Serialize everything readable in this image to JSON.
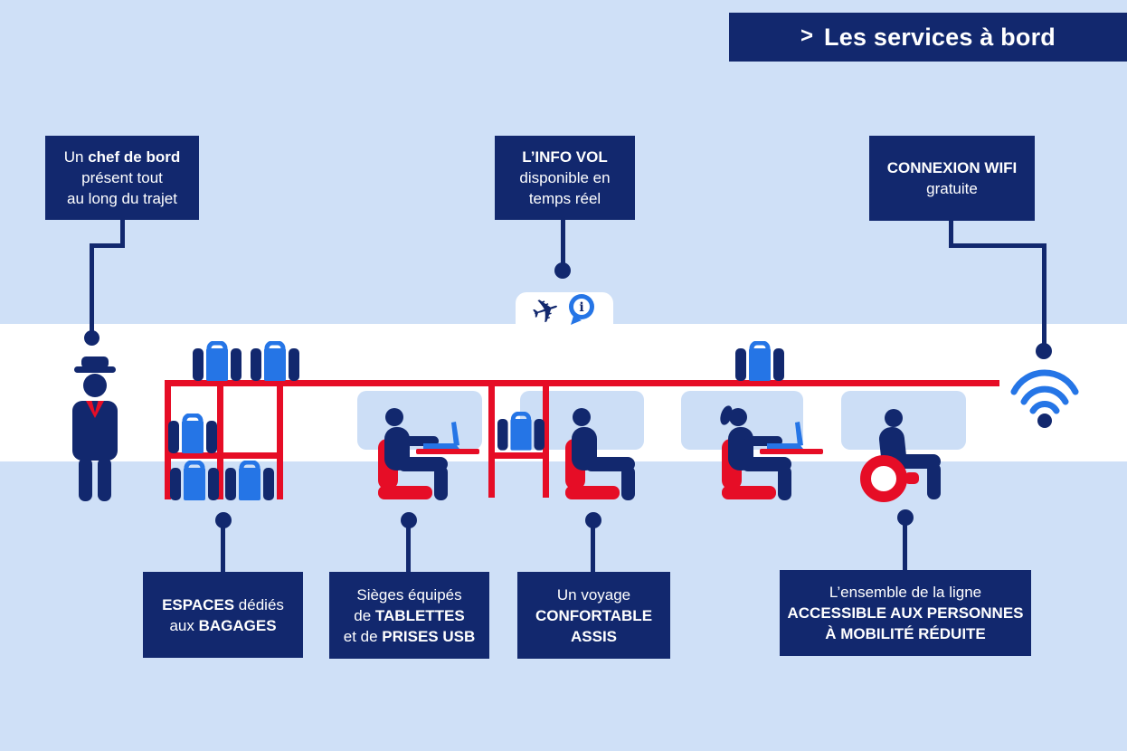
{
  "header": {
    "chevron": ">",
    "title": "Les services à bord"
  },
  "callouts": {
    "chef": {
      "pre": "Un ",
      "bold": "chef de bord",
      "line2": "présent tout",
      "line3": "au long du trajet"
    },
    "info": {
      "bold": "L’INFO VOL",
      "line2": "disponible en",
      "line3": "temps réel"
    },
    "wifi": {
      "bold": "CONNEXION WIFI",
      "line2": "gratuite"
    },
    "bagages": {
      "bold1": "ESPACES",
      "post1": " dédiés",
      "pre2": "aux ",
      "bold2": "BAGAGES"
    },
    "sieges": {
      "line1": "Sièges équipés",
      "pre2": "de ",
      "bold2": "TABLETTES",
      "pre3": "et de ",
      "bold3": "PRISES USB"
    },
    "confort": {
      "line1": "Un voyage",
      "bold2": "CONFORTABLE",
      "bold3": "ASSIS"
    },
    "pmr": {
      "line1": "L’ensemble de la ligne",
      "bold2": "ACCESSIBLE AUX PERSONNES",
      "bold3": "À MOBILITÉ RÉDUITE"
    }
  },
  "icons": {
    "plane": "✈",
    "info_bubble_glyph": "i",
    "wifi": "wifi-arcs",
    "chevron": ">"
  },
  "colors": {
    "navy": "#12286e",
    "red": "#e60d26",
    "blue": "#2575e6",
    "bg": "#cfe0f7",
    "window": "#ccdef6",
    "white": "#ffffff"
  }
}
